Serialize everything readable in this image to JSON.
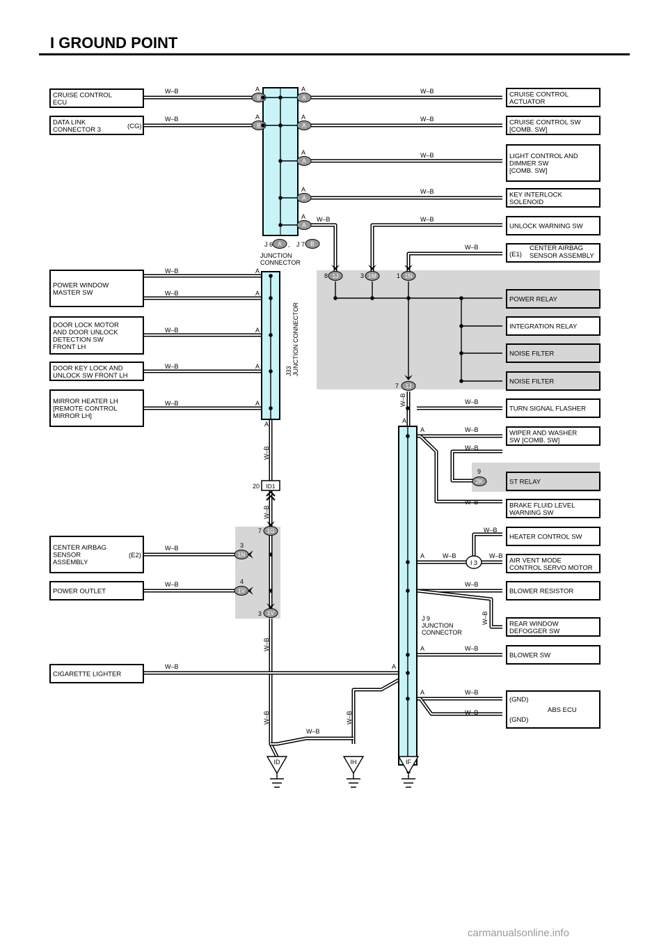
{
  "title": "I  GROUND POINT",
  "wire": "W–B",
  "watermark": "carmanualsonline.info",
  "left_boxes": [
    [
      "CRUISE CONTROL",
      "ECU"
    ],
    [
      "DATA LINK",
      "CONNECTOR 3"
    ],
    [
      "POWER WINDOW",
      "MASTER SW"
    ],
    [
      "DOOR LOCK MOTOR",
      "AND DOOR UNLOCK",
      "DETECTION SW",
      "FRONT LH"
    ],
    [
      "DOOR KEY LOCK AND",
      "UNLOCK SW FRONT LH"
    ],
    [
      "MIRROR HEATER LH",
      "[REMOTE CONTROL",
      "  MIRROR LH]"
    ],
    [
      "CENTER AIRBAG",
      "SENSOR",
      "ASSEMBLY"
    ],
    [
      "POWER OUTLET"
    ],
    [
      "CIGARETTE LIGHTER"
    ]
  ],
  "left_tags": [
    "(CG)",
    "(E2)"
  ],
  "right_boxes": [
    [
      "CRUISE CONTROL",
      "ACTUATOR"
    ],
    [
      "CRUISE CONTROL SW",
      "[COMB.  SW]"
    ],
    [
      "LIGHT CONTROL AND",
      "DIMMER SW",
      "[COMB.  SW]"
    ],
    [
      "KEY INTERLOCK",
      "SOLENOID"
    ],
    [
      "UNLOCK WARNING SW"
    ],
    [
      "CENTER AIRBAG",
      "SENSOR ASSEMBLY"
    ],
    [
      "POWER RELAY"
    ],
    [
      "INTEGRATION RELAY"
    ],
    [
      "NOISE FILTER"
    ],
    [
      "NOISE FILTER"
    ],
    [
      "TURN SIGNAL FLASHER"
    ],
    [
      "WIPER AND WASHER",
      "SW [COMB.  SW]"
    ],
    [
      "ST RELAY"
    ],
    [
      "BRAKE FLUID LEVEL",
      "WARNING SW"
    ],
    [
      "HEATER CONTROL SW"
    ],
    [
      "AIR VENT MODE",
      "CONTROL SERVO MOTOR"
    ],
    [
      "BLOWER RESISTOR"
    ],
    [
      "REAR WINDOW",
      "DEFOGGER SW"
    ],
    [
      "BLOWER SW"
    ],
    [
      "(GND)",
      "ABS ECU",
      "(GND)"
    ]
  ],
  "right_tags": [
    "(E1)"
  ],
  "jc1": {
    "j6": "J 6",
    "j7": "J 7",
    "comma": ",",
    "label": [
      "JUNCTION",
      "CONNECTOR"
    ],
    "A": "A",
    "B": "B"
  },
  "j33": {
    "label": "J33",
    "sub": "JUNCTION CONNECTOR",
    "A": "A"
  },
  "j9": {
    "label": [
      "J 9",
      "JUNCTION",
      "CONNECTOR"
    ],
    "A": "A"
  },
  "i3": "I 3",
  "conn": {
    "1J": "1J",
    "1M": "1M",
    "1N": "1N",
    "2K": "2K",
    "ID1": "ID1",
    "1G": "1G",
    "1V": "1V",
    "n8": "8",
    "n3": "3",
    "n1": "1",
    "n7": "7",
    "n9": "9",
    "n20": "20",
    "n4": "4"
  },
  "grounds": [
    "ID",
    "IH",
    "IF"
  ]
}
